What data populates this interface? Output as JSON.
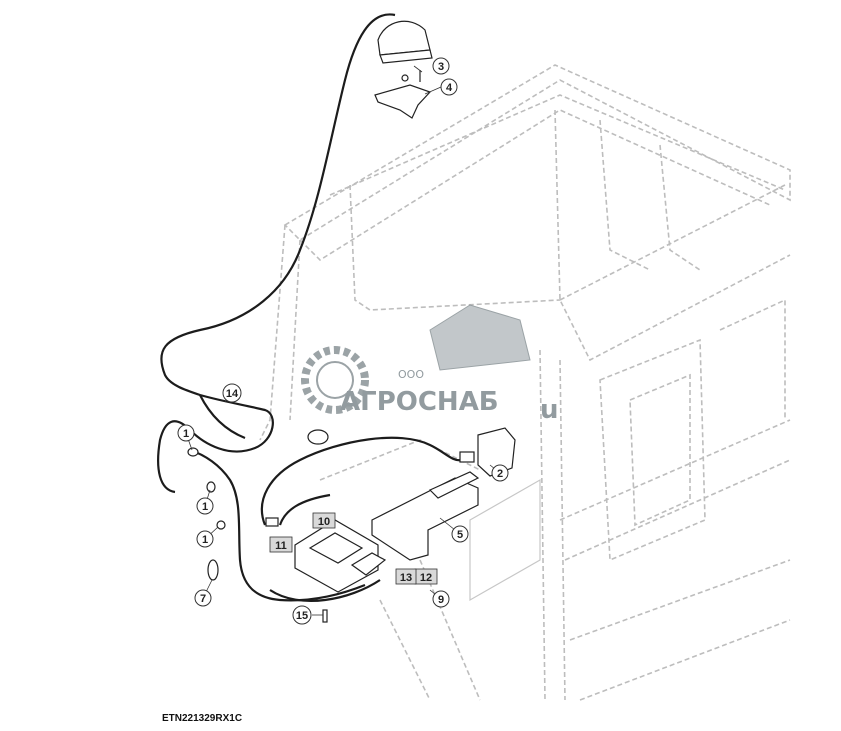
{
  "figure_id": "ETN221329RX1C",
  "watermark": {
    "company_prefix": "ООО",
    "company_name": "АГРОСНАБ",
    "suffix": "u",
    "color": "#7f8a8f"
  },
  "callouts": [
    {
      "id": "c1a",
      "label": "1"
    },
    {
      "id": "c1b",
      "label": "1"
    },
    {
      "id": "c1c",
      "label": "1"
    },
    {
      "id": "c2",
      "label": "2"
    },
    {
      "id": "c3",
      "label": "3"
    },
    {
      "id": "c4",
      "label": "4"
    },
    {
      "id": "c5",
      "label": "5"
    },
    {
      "id": "c7",
      "label": "7"
    },
    {
      "id": "c9",
      "label": "9"
    },
    {
      "id": "c10",
      "label": "10"
    },
    {
      "id": "c11",
      "label": "11"
    },
    {
      "id": "c12",
      "label": "12"
    },
    {
      "id": "c13",
      "label": "13"
    },
    {
      "id": "c14",
      "label": "14"
    },
    {
      "id": "c15",
      "label": "15"
    }
  ]
}
